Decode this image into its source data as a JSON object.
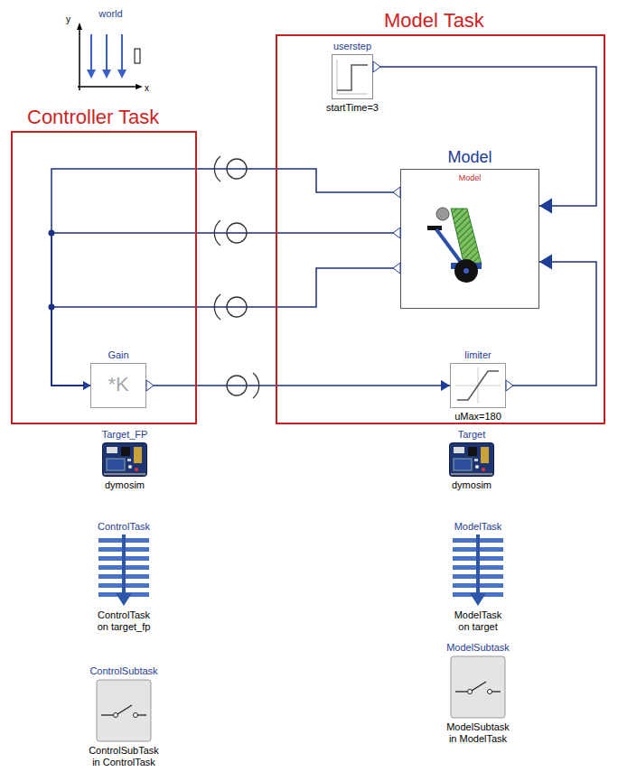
{
  "diagram": {
    "nodes": [
      {
        "text": [
          "world"
        ]
      },
      {
        "text": [
          "Controller Task"
        ]
      },
      {
        "text": [
          "Gain",
          "*K"
        ],
        "in": 1
      },
      {
        "text": [
          "Model Task"
        ]
      },
      {
        "text": [
          "userstep",
          "startTime=3"
        ],
        "in": 3
      },
      {
        "text": [
          "Model",
          "Model"
        ],
        "in": 3
      },
      {
        "text": [
          "limiter",
          "uMax=180"
        ],
        "in": 3
      },
      {
        "text": [
          "Target_FP",
          "dymosim"
        ]
      },
      {
        "text": [
          "Target",
          "dymosim"
        ]
      },
      {
        "text": [
          "ControlTask",
          "ControlTask on target_fp"
        ]
      },
      {
        "text": [
          "ModelTask",
          "ModelTask on target"
        ]
      },
      {
        "text": [
          "ControlSubtask",
          "ControlSubTask in ControlTask"
        ]
      },
      {
        "text": [
          "ModelSubtask",
          "ModelSubtask in ModelTask"
        ]
      }
    ],
    "edges": [
      {
        "from": 5,
        "to": 2,
        "arrow": "to"
      },
      {
        "from": 5,
        "to": 2,
        "arrow": "to"
      },
      {
        "from": 5,
        "to": 2,
        "arrow": "to"
      },
      {
        "from": 2,
        "to": 6,
        "arrow": "to"
      },
      {
        "from": 6,
        "to": 5,
        "arrow": "to"
      },
      {
        "from": 4,
        "to": 5,
        "arrow": "to"
      }
    ],
    "labels": [
      "y",
      "x"
    ]
  }
}
